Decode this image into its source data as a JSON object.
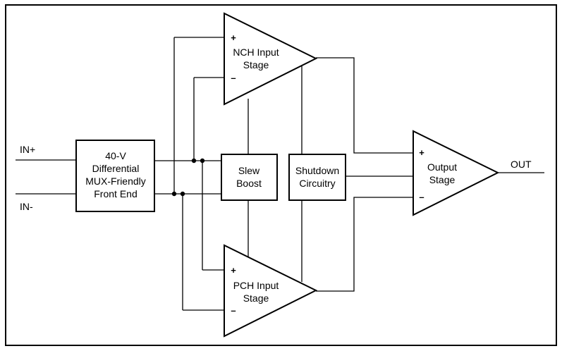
{
  "inputs": {
    "in_plus": "IN+",
    "in_minus": "IN-"
  },
  "output": {
    "label": "OUT"
  },
  "front_end": {
    "line1": "40-V",
    "line2": "Differential",
    "line3": "MUX-Friendly",
    "line4": "Front End"
  },
  "nch_stage": {
    "line1": "NCH Input",
    "line2": "Stage",
    "plus": "+",
    "minus": "–"
  },
  "pch_stage": {
    "line1": "PCH Input",
    "line2": "Stage",
    "plus": "+",
    "minus": "–"
  },
  "slew_boost": {
    "line1": "Slew",
    "line2": "Boost"
  },
  "shutdown": {
    "line1": "Shutdown",
    "line2": "Circuitry"
  },
  "output_stage": {
    "line1": "Output",
    "line2": "Stage",
    "plus": "+",
    "minus": "–"
  }
}
